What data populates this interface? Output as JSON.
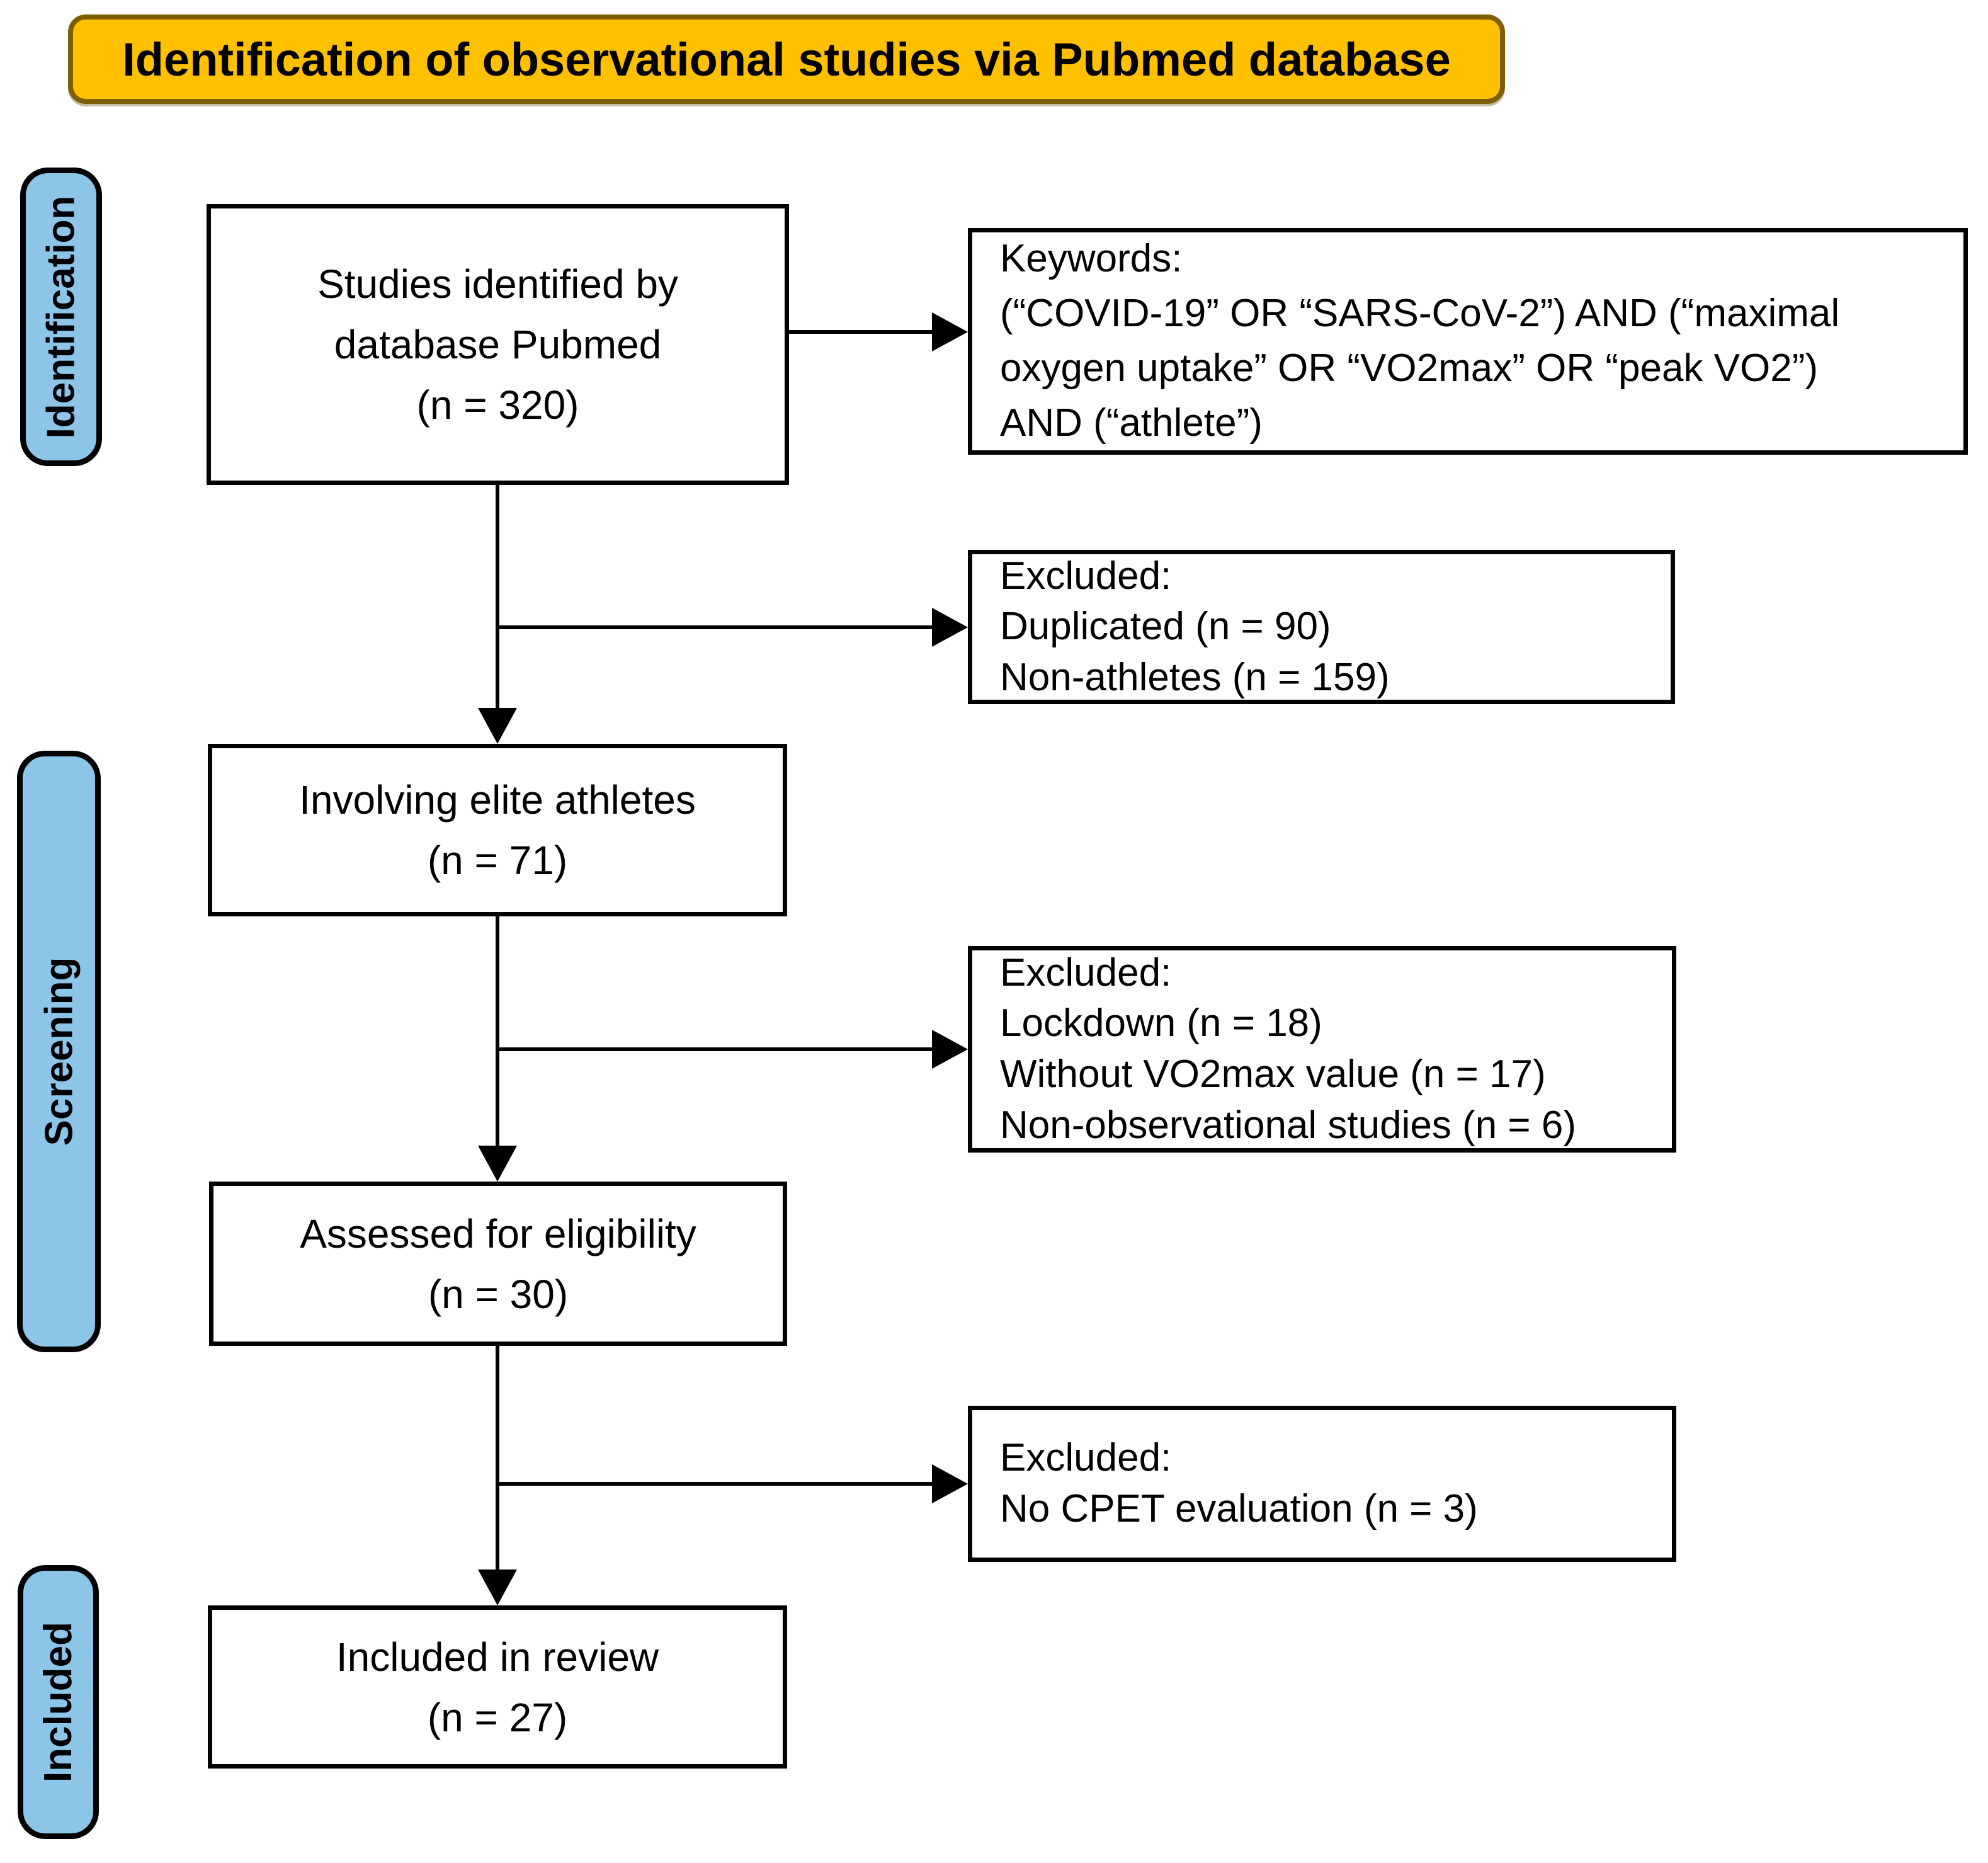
{
  "title": "Identification of observational studies via Pubmed database",
  "stages": [
    {
      "label": "Identification"
    },
    {
      "label": "Screening"
    },
    {
      "label": "Included"
    }
  ],
  "flow_boxes": [
    {
      "id": "identified",
      "text": "Studies identified by\ndatabase Pubmed\n(n = 320)"
    },
    {
      "id": "elite",
      "text": "Involving elite athletes\n(n = 71)"
    },
    {
      "id": "assessed",
      "text": "Assessed for eligibility\n(n = 30)"
    },
    {
      "id": "included",
      "text": "Included in review\n(n = 27)"
    }
  ],
  "side_boxes": [
    {
      "id": "keywords",
      "text": "Keywords:\n(“COVID-19” OR “SARS-CoV-2”) AND (“maximal\noxygen uptake” OR “VO2max” OR “peak VO2”)\nAND (“athlete”)"
    },
    {
      "id": "excluded-1",
      "text": "Excluded:\nDuplicated (n = 90)\nNon-athletes (n = 159)"
    },
    {
      "id": "excluded-2",
      "text": "Excluded:\nLockdown (n = 18)\nWithout VO2max value (n = 17)\nNon-observational studies (n = 6)"
    },
    {
      "id": "excluded-3",
      "text": "Excluded:\nNo CPET evaluation (n = 3)"
    }
  ],
  "colors": {
    "title_fill": "#FFC000",
    "title_border": "#7F6000",
    "stage_fill": "#8CC5E8",
    "stage_border": "#000000",
    "box_border": "#000000",
    "connector": "#000000",
    "text": "#000000",
    "background": "#FFFFFF"
  }
}
